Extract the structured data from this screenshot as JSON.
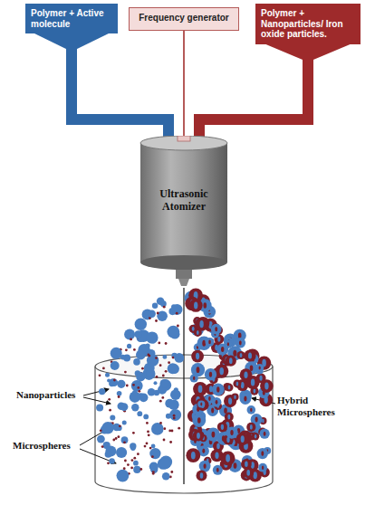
{
  "diagram": {
    "nodes": [
      {
        "text": [
          "Polymer + Active molecule"
        ]
      },
      {
        "text": [
          "Frequency generator"
        ]
      },
      {
        "text": [
          "Polymer + Nanoparticles/ Iron oxide particles."
        ]
      },
      {
        "text": [
          "Ultrasonic Atomizer"
        ]
      }
    ],
    "edges": [
      {
        "from": 0,
        "to": 3,
        "arrow": "none"
      },
      {
        "from": 1,
        "to": 3,
        "arrow": "none"
      },
      {
        "from": 2,
        "to": 3,
        "arrow": "none"
      }
    ],
    "labels": [
      "Nanoparticles",
      "Microspheres",
      "Hybrid Microspheres"
    ]
  }
}
